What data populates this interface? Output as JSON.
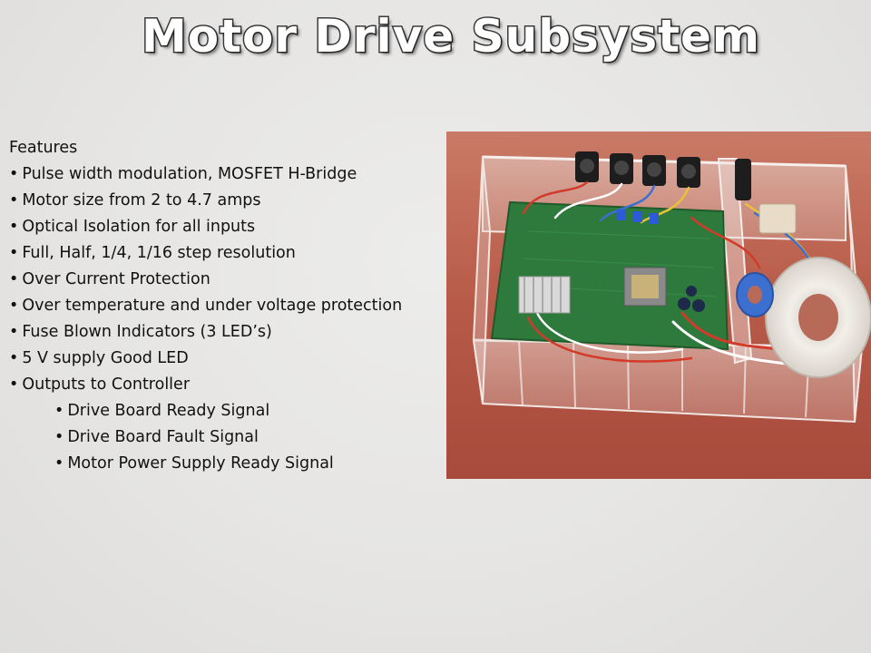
{
  "slide": {
    "title": "Motor Drive Subsystem",
    "features_heading": "Features",
    "features": [
      "Pulse width modulation, MOSFET H-Bridge",
      "Motor size from 2 to 4.7 amps",
      "Optical Isolation for all inputs",
      "Full, Half, 1/4, 1/16 step resolution",
      "Over Current Protection",
      "Over temperature and under voltage protection",
      "Fuse Blown Indicators (3 LED’s)",
      "5 V supply Good LED",
      "Outputs to Controller"
    ],
    "sub_features": [
      "Drive Board Ready Signal",
      "Drive Board Fault Signal",
      "Motor Power Supply Ready Signal"
    ],
    "bullet": "•"
  },
  "colors": {
    "background": "#e6e5e3",
    "pcb_green": "#2e7a3c",
    "photo_background": "#b85a48"
  }
}
